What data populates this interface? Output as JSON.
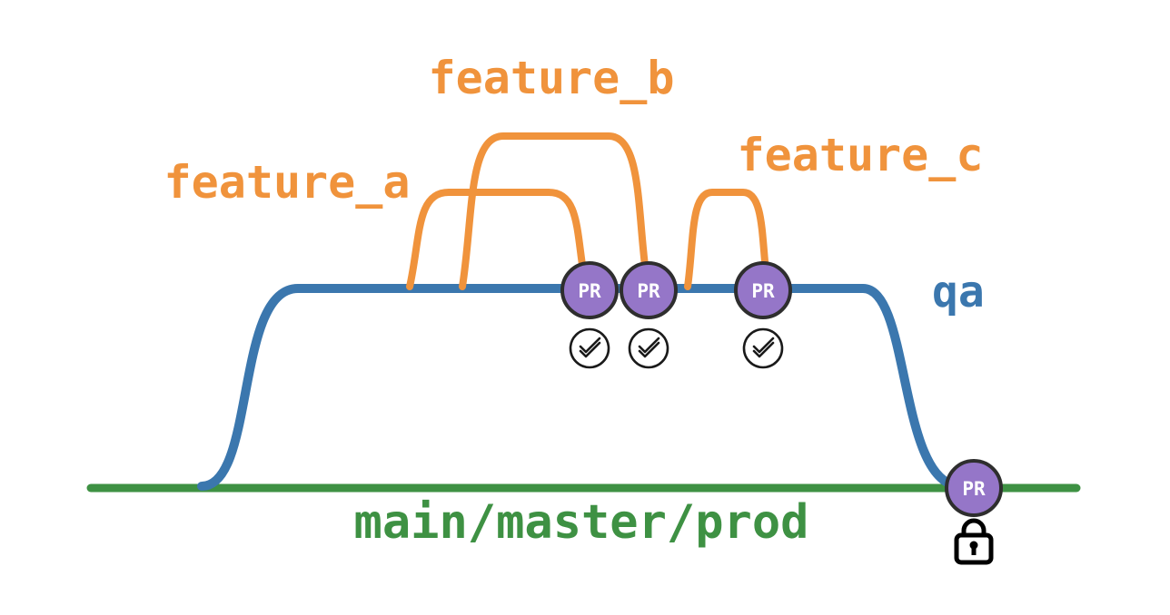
{
  "diagram": {
    "background": "#ffffff",
    "colors": {
      "feature": "#F0933C",
      "qa": "#3B77AE",
      "main": "#3E9143",
      "pr_fill": "#9576C8",
      "pr_stroke": "#2E2E2E",
      "pr_label": "#FFFFFF",
      "check_icon": "#1A1A1A",
      "lock_icon": "#000000"
    },
    "branches": {
      "feature_a": {
        "label": "feature_a"
      },
      "feature_b": {
        "label": "feature_b"
      },
      "feature_c": {
        "label": "feature_c"
      },
      "qa": {
        "label": "qa"
      },
      "main": {
        "label": "main/master/prod"
      }
    },
    "pr_badges": [
      {
        "label": "PR",
        "merge_into": "qa",
        "status_icon": "checks-passed"
      },
      {
        "label": "PR",
        "merge_into": "qa",
        "status_icon": "checks-passed"
      },
      {
        "label": "PR",
        "merge_into": "qa",
        "status_icon": "checks-passed"
      },
      {
        "label": "PR",
        "merge_into": "main/master/prod",
        "status_icon": "locked"
      }
    ]
  }
}
